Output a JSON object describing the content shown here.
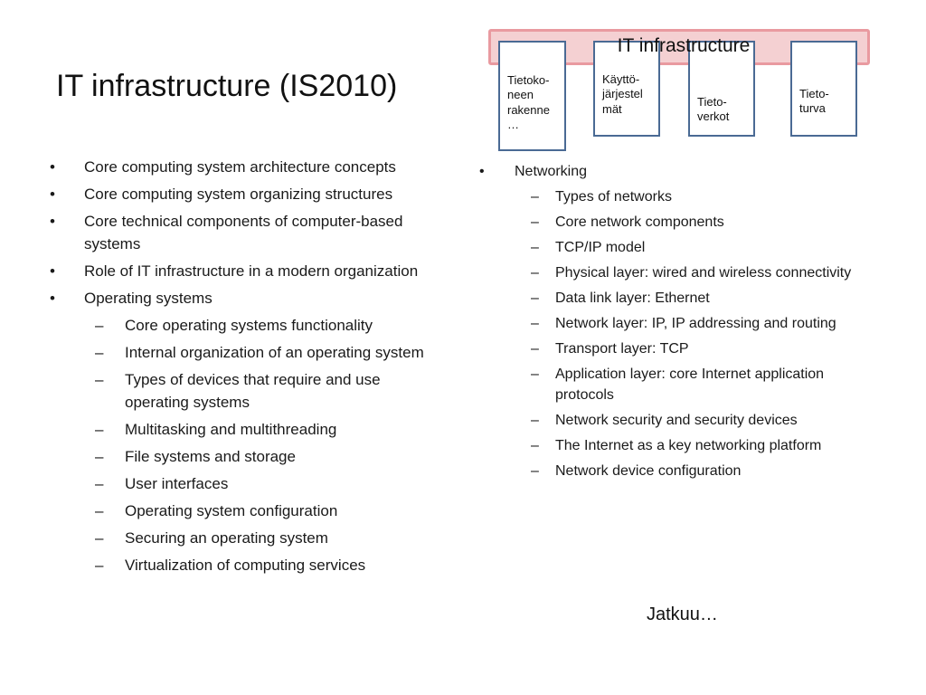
{
  "slide": {
    "title": "IT infrastructure (IS2010)",
    "continues": "Jatkuu…"
  },
  "diagram": {
    "header": "IT infrastructure",
    "boxes": [
      {
        "lines": [
          "Tietoko-",
          "neen",
          "rakenne",
          "…"
        ]
      },
      {
        "lines": [
          "Käyttö-",
          "järjestel",
          "mät"
        ]
      },
      {
        "lines": [
          "Tieto-",
          "verkot"
        ]
      },
      {
        "lines": [
          "Tieto-",
          "turva"
        ]
      }
    ]
  },
  "left_list": {
    "bullet": "•",
    "dash": "–",
    "items": [
      {
        "text": "Core computing system architecture concepts"
      },
      {
        "text": "Core computing system organizing structures"
      },
      {
        "text": "Core technical components of computer-based systems"
      },
      {
        "text": "Role of IT infrastructure in a modern organization"
      },
      {
        "text": "Operating systems"
      }
    ],
    "subitems": [
      "Core operating systems functionality",
      "Internal organization of an operating system",
      "Types of devices that require and use operating systems",
      "Multitasking and multithreading",
      "File systems and storage",
      "User interfaces",
      "Operating system configuration",
      "Securing an operating system",
      "Virtualization of computing services"
    ]
  },
  "right_list": {
    "bullet": "•",
    "dash": "–",
    "item": "Networking",
    "subitems": [
      "Types of networks",
      "Core network components",
      "TCP/IP model",
      "Physical layer: wired and wireless connectivity",
      "Data link layer: Ethernet",
      "Network layer: IP, IP addressing and routing",
      "Transport layer: TCP",
      "Application layer: core Internet application protocols",
      "Network security and security devices",
      "The Internet as a key networking platform",
      "Network device configuration"
    ]
  }
}
